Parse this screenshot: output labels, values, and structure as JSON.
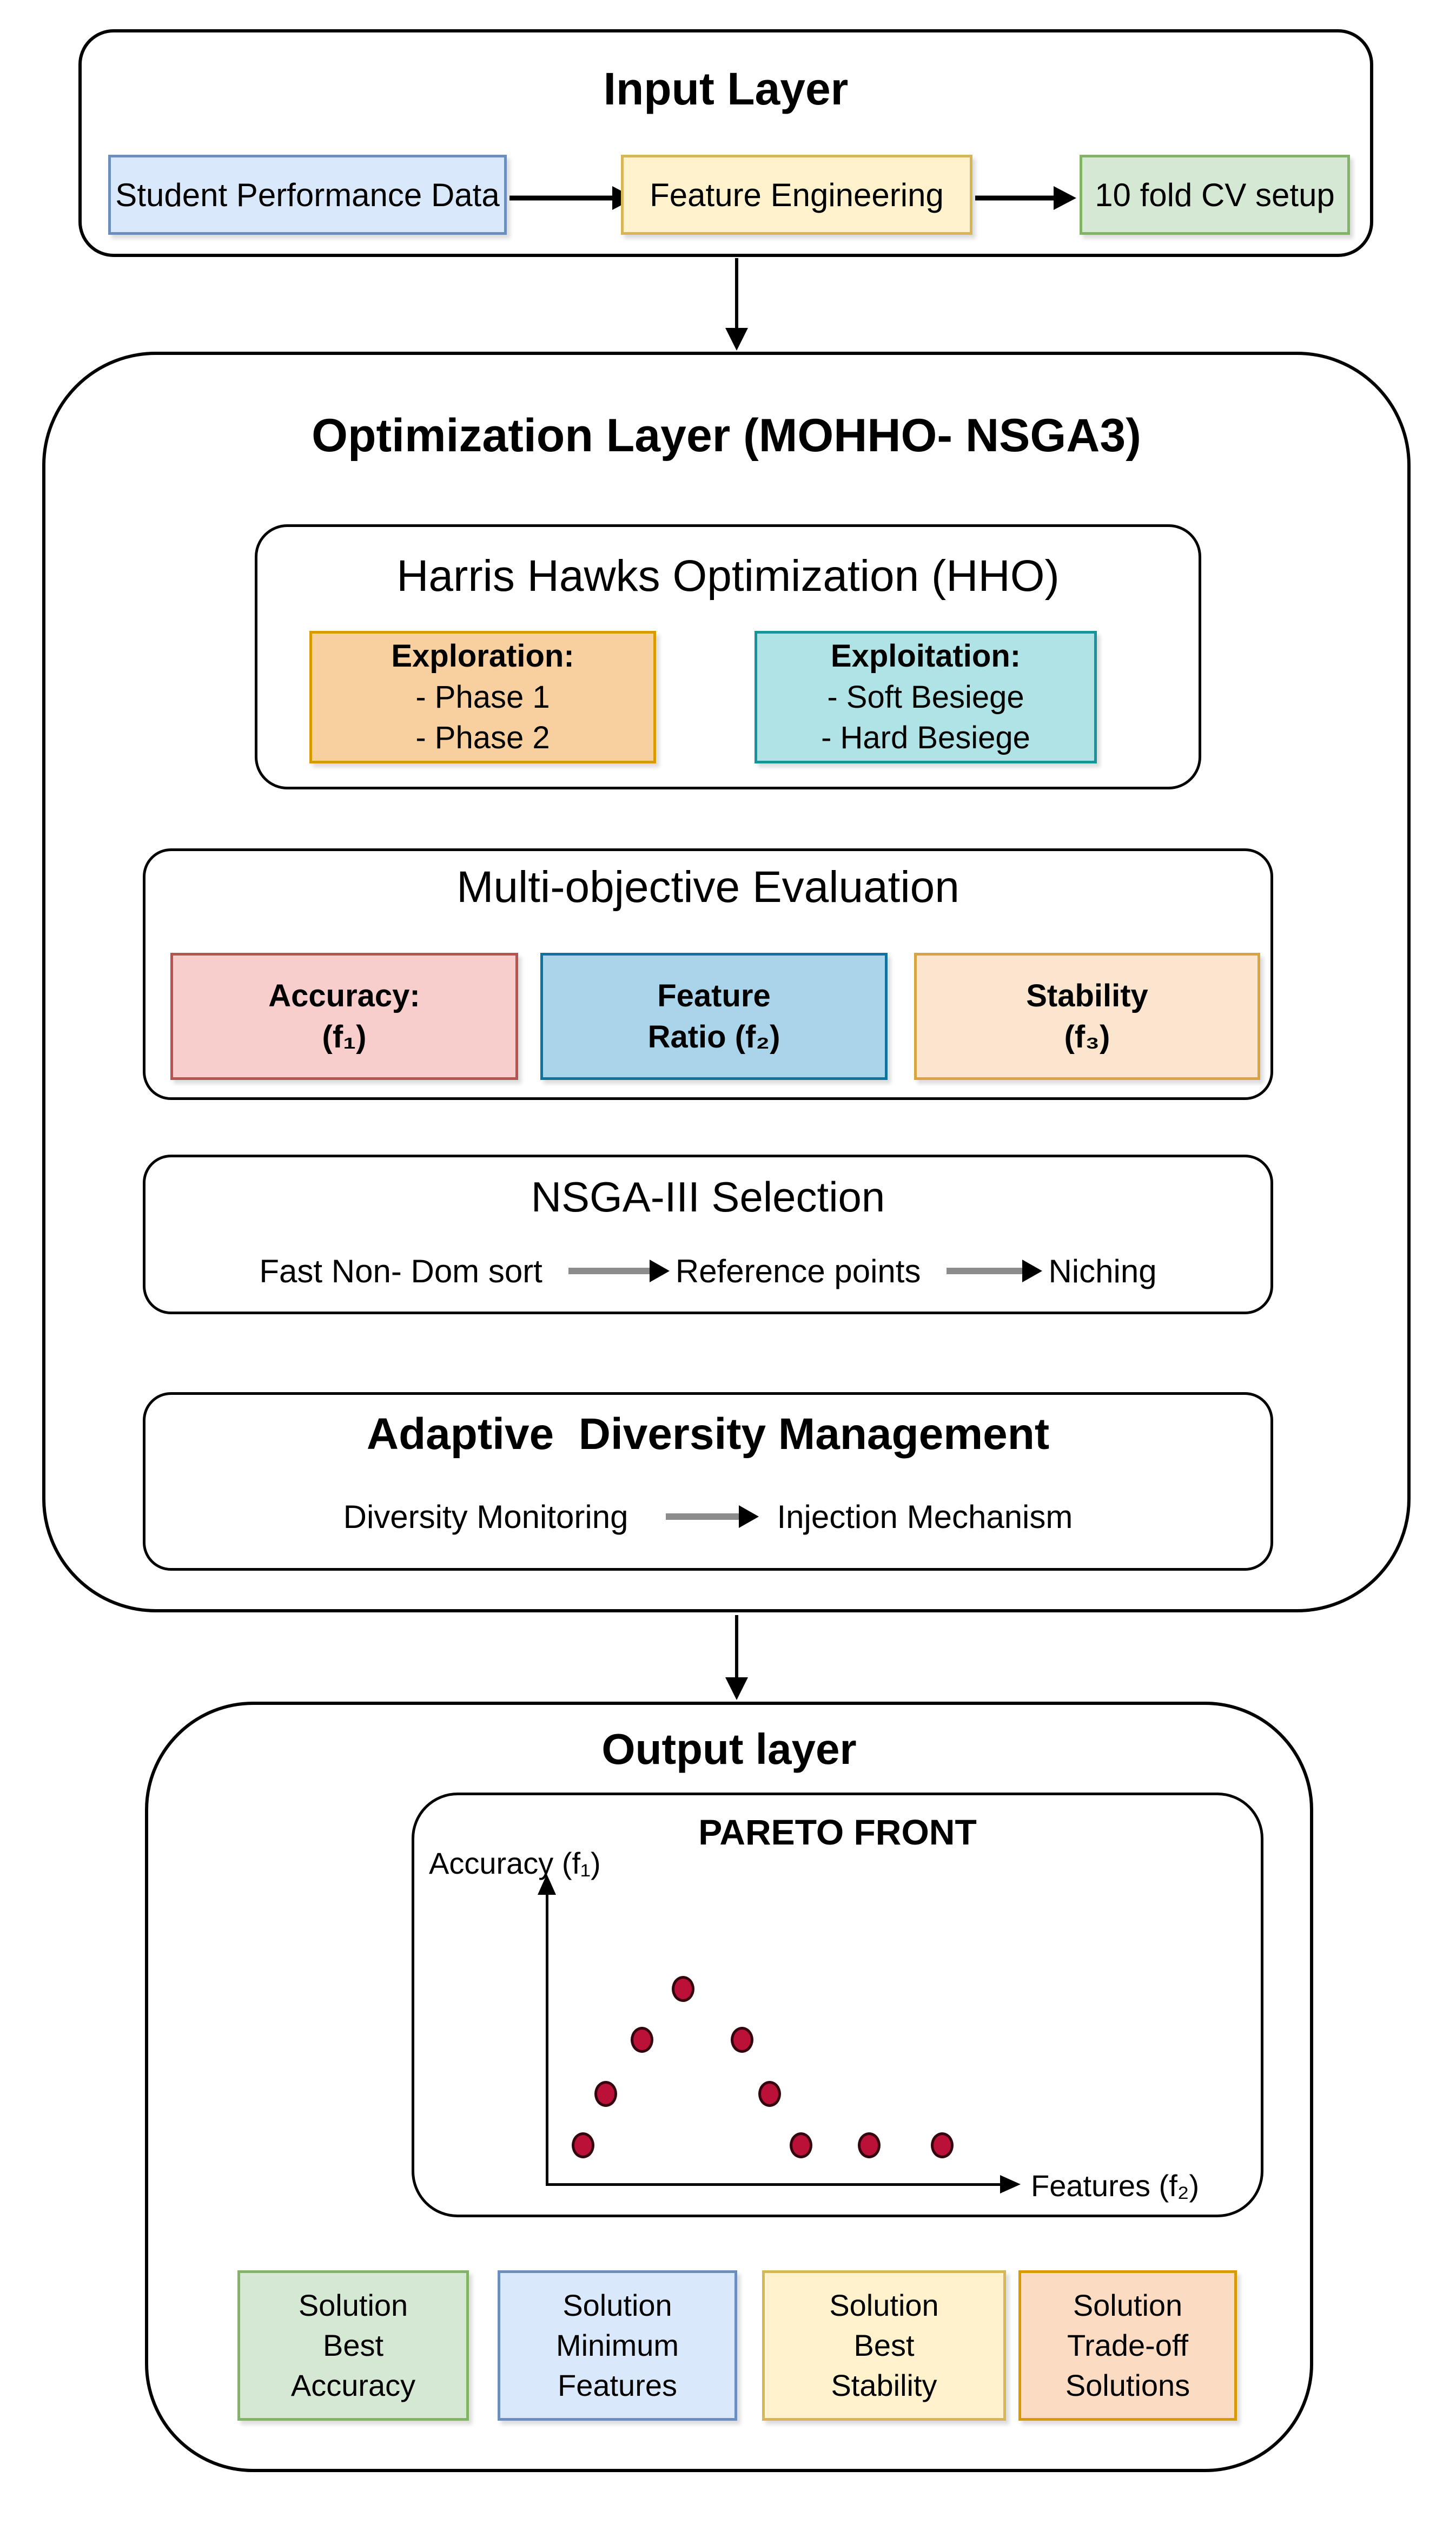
{
  "input_layer": {
    "title": "Input Layer",
    "boxes": [
      {
        "label": "Student Performance Data",
        "fill": "#dae8fc",
        "border": "#6c8ebf"
      },
      {
        "label": "Feature Engineering",
        "fill": "#fff2cc",
        "border": "#d6b656"
      },
      {
        "label": "10 fold CV setup",
        "fill": "#d5e8d4",
        "border": "#82b366"
      }
    ]
  },
  "optimization_layer": {
    "title": "Optimization Layer (MOHHO- NSGA3)",
    "hho": {
      "title": "Harris Hawks Optimization (HHO)",
      "exploration": {
        "heading": "Exploration:",
        "items": [
          "- Phase 1",
          "- Phase 2"
        ],
        "fill": "#f8cf9e",
        "border": "#d79b00"
      },
      "exploitation": {
        "heading": "Exploitation:",
        "items": [
          "- Soft Besiege",
          "- Hard Besiege"
        ],
        "fill": "#b0e3e6",
        "border": "#17939b"
      }
    },
    "multi_objective": {
      "title": "Multi-objective Evaluation",
      "objectives": [
        {
          "line1": "Accuracy:",
          "line2": "(f₁)",
          "fill": "#f8cecc",
          "border": "#b85450"
        },
        {
          "line1": "Feature",
          "line2": "Ratio (f₂)",
          "fill": "#a9d4e9",
          "border": "#10739e"
        },
        {
          "line1": "Stability",
          "line2": "(f₃)",
          "fill": "#fbe5ce",
          "border": "#d7a53f"
        }
      ]
    },
    "nsga_selection": {
      "title": "NSGA-III Selection",
      "steps": [
        "Fast Non- Dom sort",
        "Reference points",
        "Niching"
      ]
    },
    "adaptive_diversity": {
      "title": "Adaptive  Diversity Management",
      "steps": [
        "Diversity Monitoring",
        "Injection Mechanism"
      ]
    }
  },
  "output_layer": {
    "title": "Output layer",
    "pareto": {
      "title": "PARETO FRONT",
      "ylabel": "Accuracy (f₁)",
      "xlabel": "Features (f₂)",
      "dot_color": "#bb1038"
    },
    "solutions": [
      {
        "lines": [
          "Solution",
          "Best",
          "Accuracy"
        ],
        "fill": "#d5e8d4",
        "border": "#82b366"
      },
      {
        "lines": [
          "Solution",
          "Minimum",
          "Features"
        ],
        "fill": "#dae8fc",
        "border": "#6c8ebf"
      },
      {
        "lines": [
          "Solution",
          "Best",
          "Stability"
        ],
        "fill": "#fff2cc",
        "border": "#d6b656"
      },
      {
        "lines": [
          "Solution",
          "Trade-off",
          "Solutions"
        ],
        "fill": "#fbdcc3",
        "border": "#d79b00"
      }
    ]
  },
  "chart_data": {
    "type": "scatter",
    "title": "PARETO FRONT",
    "xlabel": "Features (f₂)",
    "ylabel": "Accuracy (f₁)",
    "axis_numeric_labels": false,
    "legend": false,
    "points_relative_pct": [
      {
        "x": 30,
        "y": 65
      },
      {
        "x": 21,
        "y": 48
      },
      {
        "x": 43,
        "y": 48
      },
      {
        "x": 13,
        "y": 30
      },
      {
        "x": 49,
        "y": 30
      },
      {
        "x": 8,
        "y": 13
      },
      {
        "x": 56,
        "y": 13
      },
      {
        "x": 71,
        "y": 13
      },
      {
        "x": 87,
        "y": 13
      }
    ]
  }
}
